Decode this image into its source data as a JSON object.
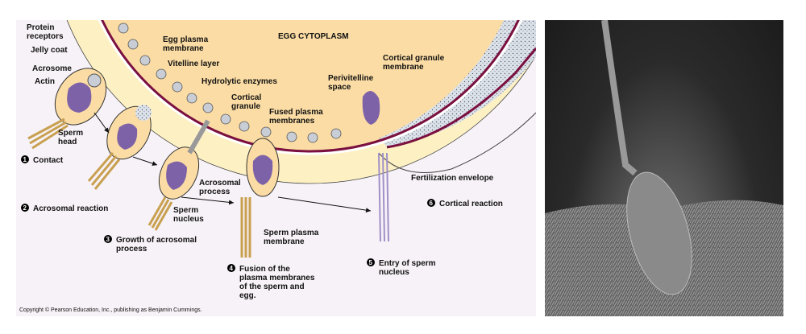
{
  "diagram": {
    "title": "EGG CYTOPLASM",
    "labels": {
      "protein_receptors": [
        "Protein",
        "receptors"
      ],
      "jelly_coat": "Jelly coat",
      "acrosome": "Acrosome",
      "actin": "Actin",
      "sperm_head": [
        "Sperm",
        "head"
      ],
      "egg_plasma_membrane": [
        "Egg plasma",
        "membrane"
      ],
      "vitelline_layer": "Vitelline layer",
      "hydrolytic_enzymes": "Hydrolytic enzymes",
      "cortical_granule": [
        "Cortical",
        "granule"
      ],
      "fused_plasma_membranes": [
        "Fused plasma",
        "membranes"
      ],
      "perivitelline_space": [
        "Perivitelline",
        "space"
      ],
      "cortical_granule_membrane": [
        "Cortical granule",
        "membrane"
      ],
      "fertilization_envelope": "Fertilization envelope",
      "acrosomal_process": [
        "Acrosomal",
        "process"
      ],
      "sperm_nucleus": [
        "Sperm",
        "nucleus"
      ],
      "sperm_plasma_membrane": [
        "Sperm plasma",
        "membrane"
      ]
    },
    "steps": [
      {
        "num": "1",
        "text": [
          "Contact"
        ]
      },
      {
        "num": "2",
        "text": [
          "Acrosomal reaction"
        ]
      },
      {
        "num": "3",
        "text": [
          "Growth of acrosomal",
          "process"
        ]
      },
      {
        "num": "4",
        "text": [
          "Fusion of the",
          "plasma membranes",
          "of the sperm and",
          "egg."
        ]
      },
      {
        "num": "5",
        "text": [
          "Entry of sperm",
          "nucleus"
        ]
      },
      {
        "num": "6",
        "text": [
          "Cortical reaction"
        ]
      }
    ],
    "copyright": "Copyright © Pearson Education, Inc., publishing as Benjamin Cummings.",
    "colors": {
      "cytoplasm": "#fbdca4",
      "jelly": "#fdf1c4",
      "membrane": "#7a1040",
      "sperm_nucleus": "#7d62a8",
      "background": "#f7f2f7"
    }
  },
  "photo": {
    "subject": "sperm-egg-micrograph"
  }
}
